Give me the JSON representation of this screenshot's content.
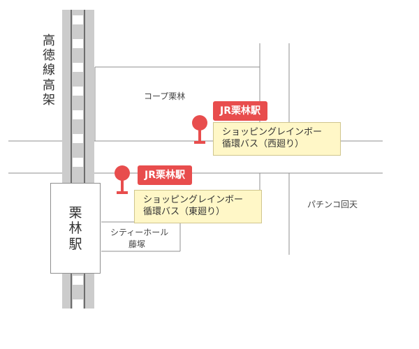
{
  "railway": {
    "name_lines": [
      "高",
      "徳",
      "線",
      "高",
      "架"
    ],
    "color_track": "#cccccc",
    "color_sleepers": "#ffffff",
    "color_edge": "#6d6d6d"
  },
  "station": {
    "name_lines": [
      "栗",
      "林",
      "駅"
    ]
  },
  "landmarks": {
    "coop": "コープ栗林",
    "pachinko": "パチンコ回天",
    "city_hall_line1": "シティーホール",
    "city_hall_line2": "藤塚"
  },
  "stops": {
    "west": {
      "badge": "JR栗林駅",
      "bus_line1": "ショッピングレインボー",
      "bus_line2": "循環バス（西廻り）"
    },
    "east": {
      "badge": "JR栗林駅",
      "bus_line1": "ショッピングレインボー",
      "bus_line2": "循環バス（東廻り）"
    }
  },
  "colors": {
    "road_line": "#8f8f8f",
    "marker": "#e84d4d",
    "bus_bg": "#fff7c7",
    "bus_border": "#cfc58d",
    "label_text": "#444444"
  }
}
